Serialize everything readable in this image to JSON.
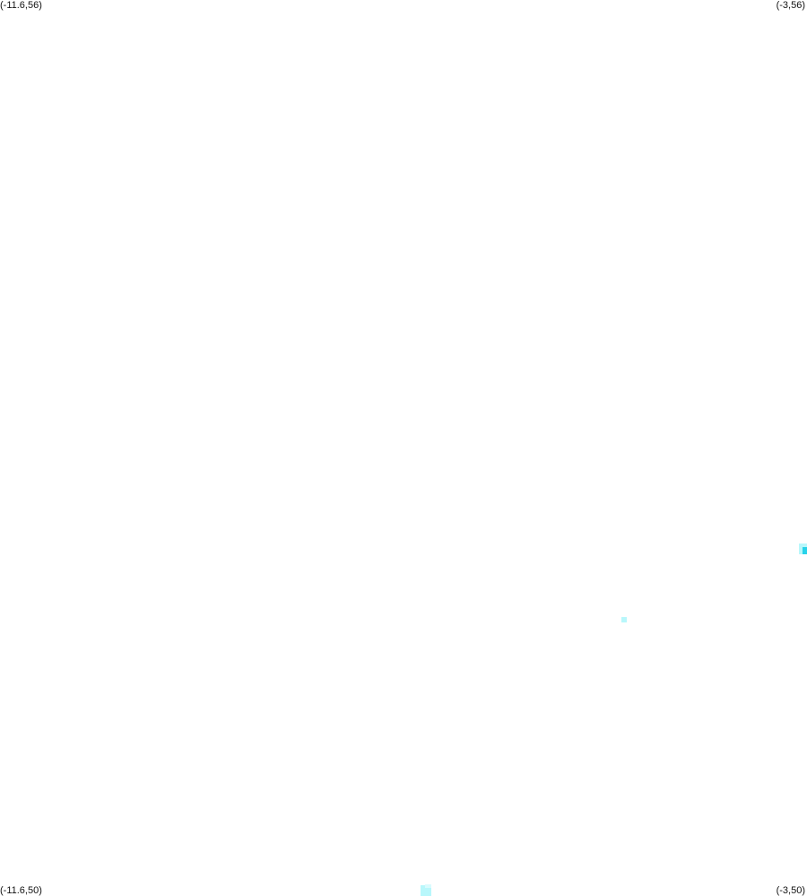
{
  "map": {
    "corners": {
      "top_left": "(-11.6,56)",
      "top_right": "(-3,56)",
      "bottom_left": "(-11.6,50)",
      "bottom_right": "(-3,50)"
    },
    "colors": {
      "background": "#ffffff",
      "land_light": "#b8f7fb",
      "land_mid": "#7feaf3",
      "land_strong": "#28d3ea"
    }
  }
}
